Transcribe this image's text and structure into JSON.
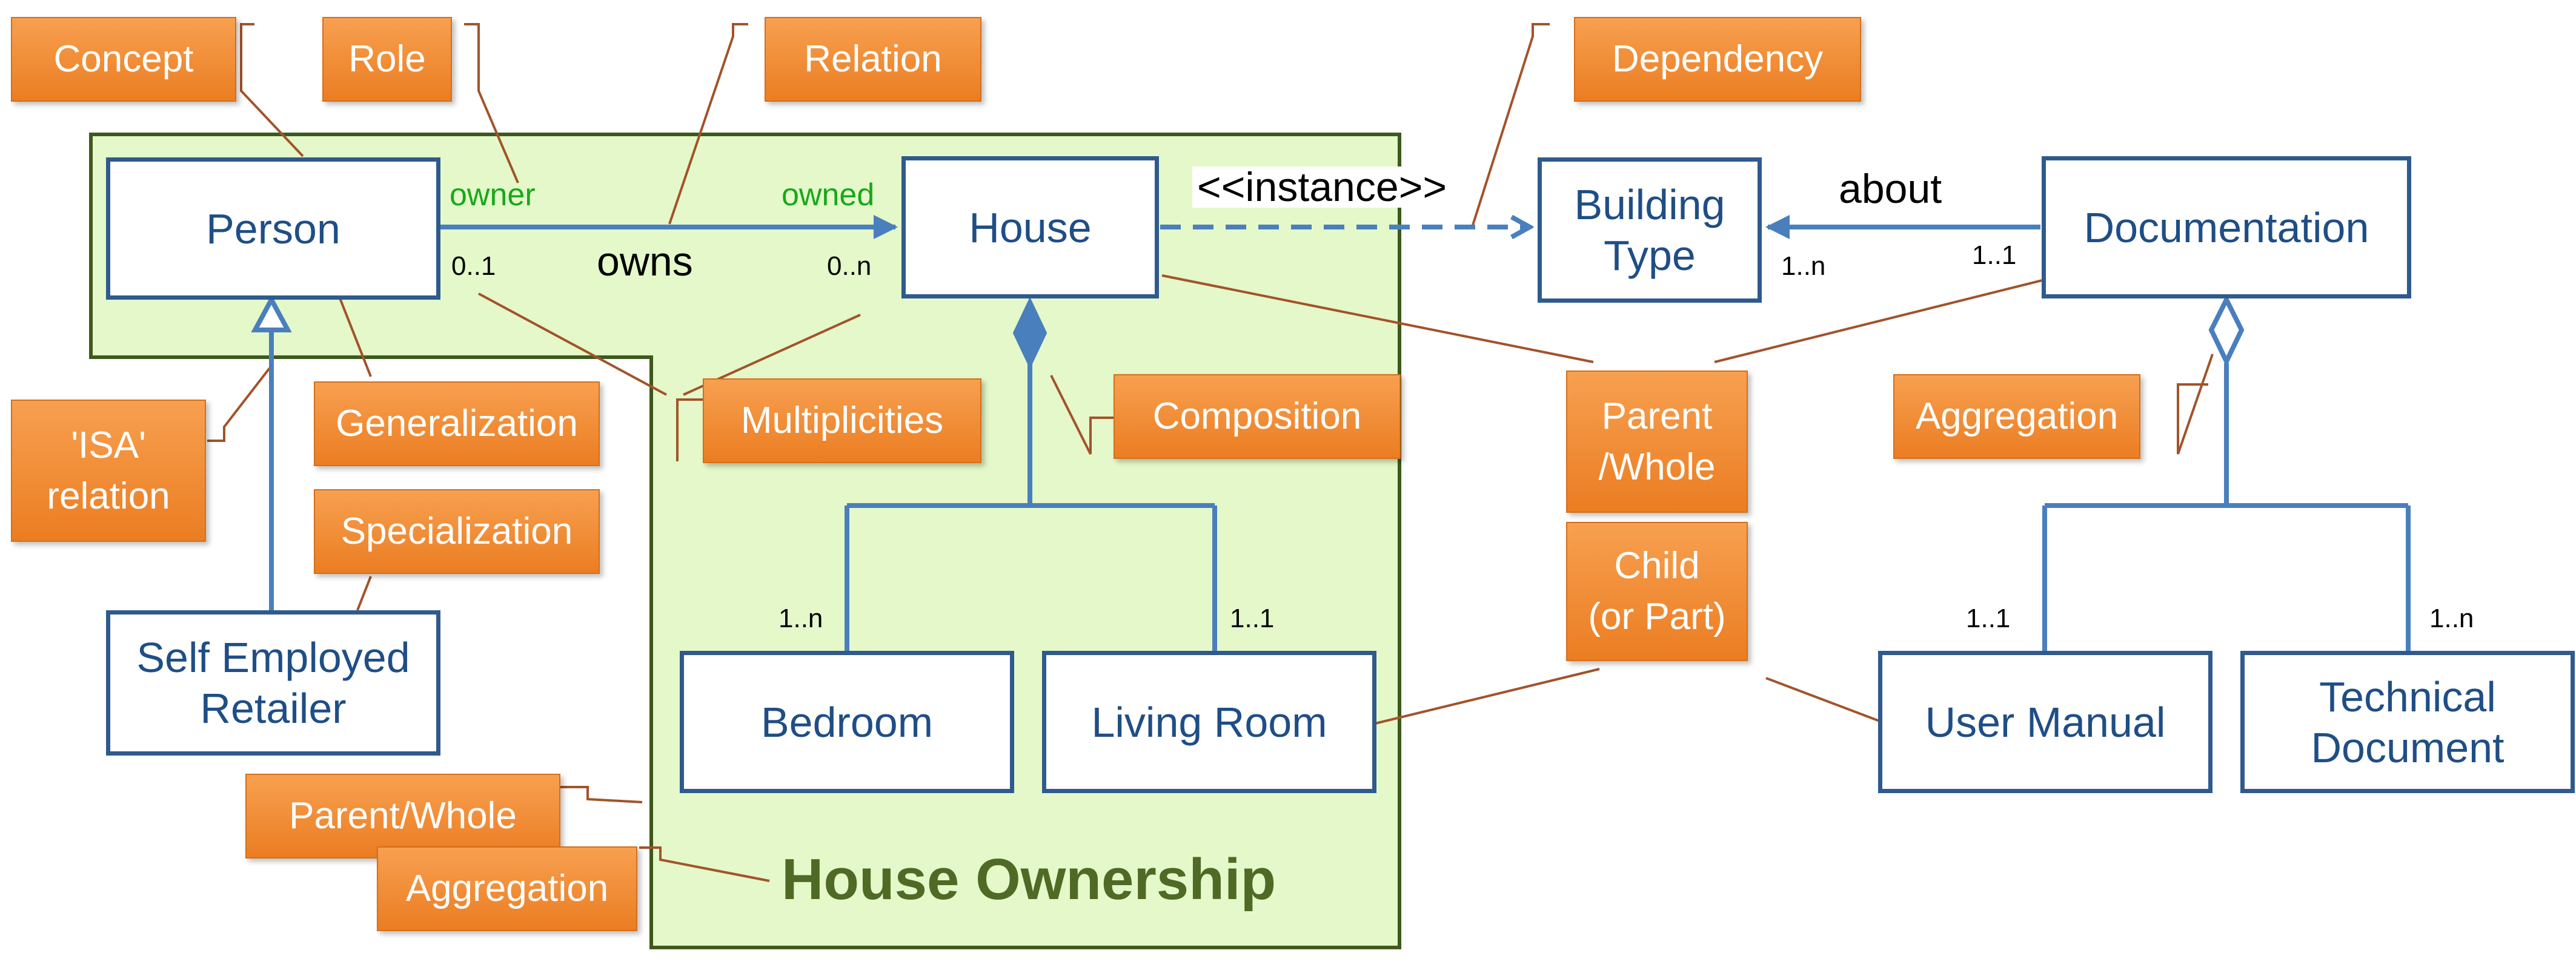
{
  "package": {
    "title": "House Ownership"
  },
  "classes": {
    "person": "Person",
    "house": "House",
    "building_type": "Building\nType",
    "documentation": "Documentation",
    "self_employed_retailer": "Self Employed\nRetailer",
    "bedroom": "Bedroom",
    "living_room": "Living Room",
    "user_manual": "User Manual",
    "technical_document": "Technical\nDocument"
  },
  "roles": {
    "owner": "owner",
    "owned": "owned"
  },
  "relations": {
    "owns": "owns",
    "instance": "<<instance>>",
    "about": "about"
  },
  "multiplicities": {
    "person_side": "0..1",
    "house_side": "0..n",
    "building_type_side": "1..n",
    "documentation_side": "1..1",
    "bedroom": "1..n",
    "living_room": "1..1",
    "user_manual": "1..1",
    "technical_document": "1..n"
  },
  "annotations": {
    "concept": "Concept",
    "role": "Role",
    "relation": "Relation",
    "dependency": "Dependency",
    "isa_relation": "'ISA'\nrelation",
    "generalization": "Generalization",
    "specialization": "Specialization",
    "multiplicities": "Multiplicities",
    "composition": "Composition",
    "parent_whole": "Parent\n/Whole",
    "child_part": "Child\n(or Part)",
    "aggregation_right": "Aggregation",
    "parent_whole_left": "Parent/Whole",
    "aggregation_left": "Aggregation"
  },
  "colors": {
    "class_border": "#2f5a8e",
    "class_text": "#1f4e86",
    "connector": "#4a7fbe",
    "package_fill": "#e4f8c9",
    "package_border": "#3d5a1e",
    "annotation_fill": "#f28c2e",
    "leader_line": "#a2532a",
    "role_text": "#18a81a"
  },
  "icons": {
    "generalization": "hollow-triangle-arrowhead",
    "composition": "filled-diamond",
    "aggregation": "hollow-diamond",
    "association": "filled-arrowhead",
    "dependency": "open-arrowhead"
  }
}
